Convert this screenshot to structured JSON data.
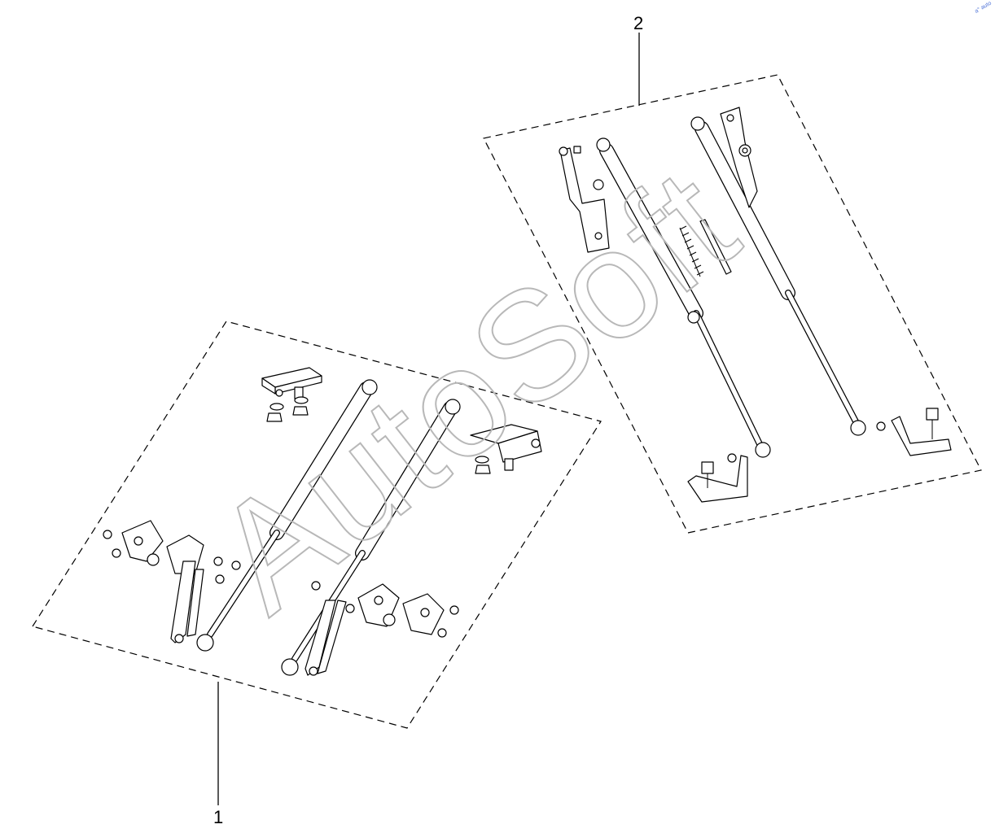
{
  "diagram": {
    "callouts": [
      {
        "id": "1",
        "label": "1"
      },
      {
        "id": "2",
        "label": "2"
      }
    ],
    "watermark": "AutoSoft",
    "corner_mark": "a° auto"
  }
}
